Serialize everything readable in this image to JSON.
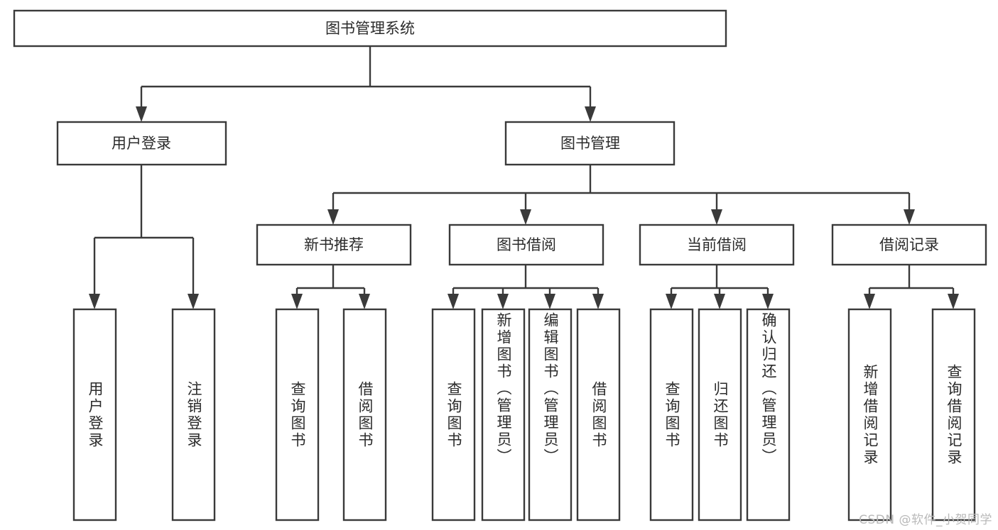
{
  "diagram": {
    "title": "图书管理系统",
    "type": "tree-hierarchy-diagram",
    "colors": {
      "stroke": "#3a3a3a",
      "fill": "#ffffff",
      "text": "#2b2b2b",
      "watermark": "#b9b9b9",
      "background": "#ffffff"
    },
    "root": {
      "label": "图书管理系统"
    },
    "level2": [
      {
        "label": "用户登录"
      },
      {
        "label": "图书管理"
      }
    ],
    "level3": [
      {
        "label": "新书推荐"
      },
      {
        "label": "图书借阅"
      },
      {
        "label": "当前借阅"
      },
      {
        "label": "借阅记录"
      }
    ],
    "leaves": {
      "user_login": [
        {
          "label": "用户登录"
        },
        {
          "label": "注销登录"
        }
      ],
      "new_book_recommend": [
        {
          "label": "查询图书"
        },
        {
          "label": "借阅图书"
        }
      ],
      "book_borrow": [
        {
          "label": "查询图书"
        },
        {
          "label": "新增图书（管理员）"
        },
        {
          "label": "编辑图书（管理员）"
        },
        {
          "label": "借阅图书"
        }
      ],
      "current_borrow": [
        {
          "label": "查询图书"
        },
        {
          "label": "归还图书"
        },
        {
          "label": "确认归还（管理员）"
        }
      ],
      "borrow_record": [
        {
          "label": "新增借阅记录"
        },
        {
          "label": "查询借阅记录"
        }
      ]
    }
  },
  "watermark": {
    "text": "CSDN @软件_小贺同学"
  }
}
